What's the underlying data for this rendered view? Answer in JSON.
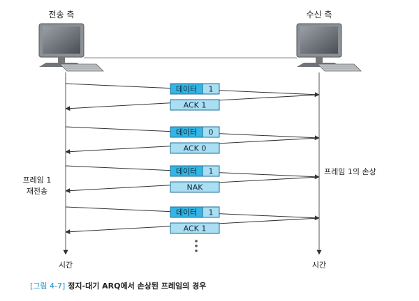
{
  "sender": {
    "label": "전송 측"
  },
  "receiver": {
    "label": "수신 측"
  },
  "time_label_left": "시간",
  "time_label_right": "시간",
  "frames": [
    {
      "data_label": "데이터",
      "seq": "1",
      "response": "ACK 1"
    },
    {
      "data_label": "데이터",
      "seq": "0",
      "response": "ACK 0"
    },
    {
      "data_label": "데이터",
      "seq": "1",
      "response": "NAK"
    },
    {
      "data_label": "데이터",
      "seq": "1",
      "response": "ACK 1"
    }
  ],
  "annotations": {
    "loss": "프레임 1의 손상",
    "retransmit_line1": "프레임 1",
    "retransmit_line2": "재전송"
  },
  "caption": {
    "number": "[그림 4-7]",
    "text": "정지-대기 ARQ에서 손상된 프레임의 경우"
  },
  "colors": {
    "box_fill": "#33b5e5",
    "box_fill_light": "#a9def3",
    "box_stroke": "#1d6f94",
    "caption_number": "#1e8fc9",
    "line": "#333333"
  }
}
